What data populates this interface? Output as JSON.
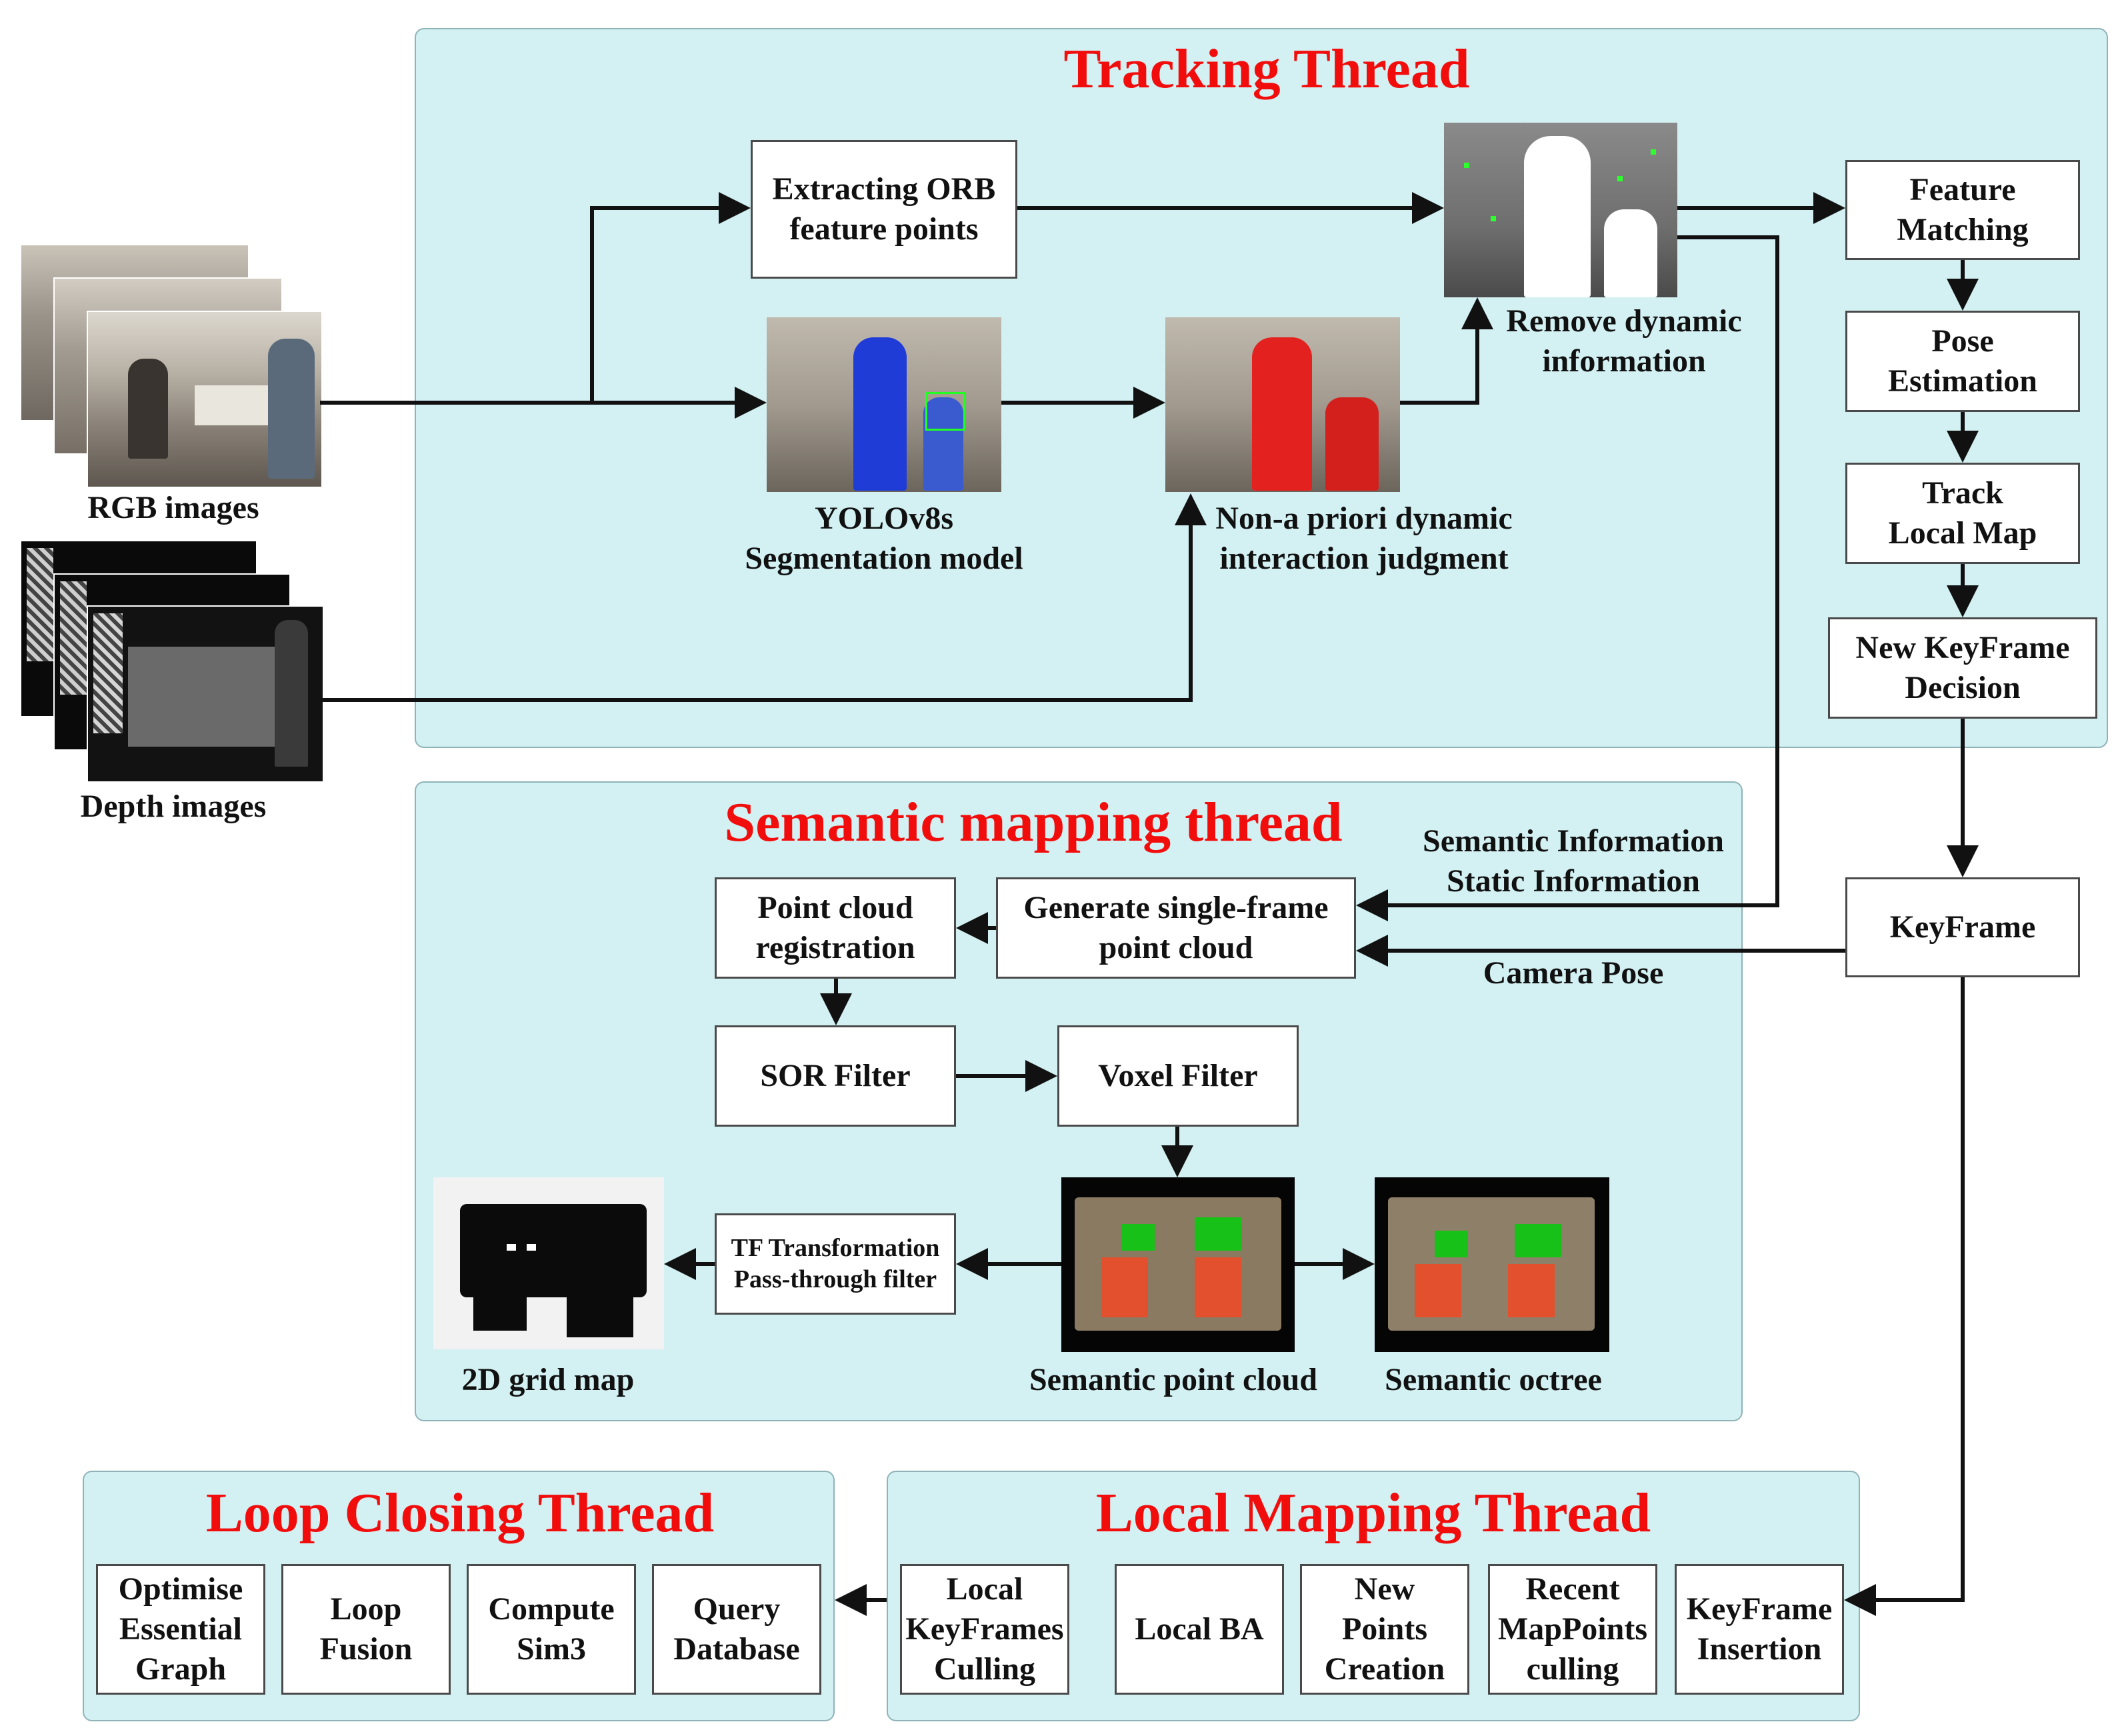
{
  "colors": {
    "panel_bg": "#d3f1f3",
    "title_red": "#f20d0d"
  },
  "tracking": {
    "title": "Tracking Thread",
    "orb": "Extracting ORB\nfeature points",
    "yolo_label": "YOLOv8s\nSegmentation model",
    "nonapriori_label": "Non-a priori dynamic\ninteraction judgment",
    "remove_label": "Remove dynamic\ninformation",
    "feature_matching": "Feature\nMatching",
    "pose_estimation": "Pose\nEstimation",
    "track_local_map": "Track\nLocal Map",
    "new_keyframe": "New KeyFrame\nDecision"
  },
  "inputs": {
    "rgb_label": "RGB images",
    "depth_label": "Depth images"
  },
  "semantic": {
    "title": "Semantic mapping thread",
    "point_cloud_registration": "Point cloud\nregistration",
    "generate_single_frame": "Generate single-frame\npoint cloud",
    "sor_filter": "SOR Filter",
    "voxel_filter": "Voxel  Filter",
    "tf_transform": "TF Transformation\nPass-through filter",
    "grid_map_label": "2D grid map",
    "semantic_point_cloud_label": "Semantic point cloud",
    "semantic_octree_label": "Semantic octree",
    "semantic_info_label": "Semantic Information\nStatic Information",
    "camera_pose_label": "Camera Pose"
  },
  "keyframe": "KeyFrame",
  "local_mapping": {
    "title": "Local Mapping Thread",
    "boxes": [
      "Local\nKeyFrames\nCulling",
      "Local BA",
      "New\nPoints\nCreation",
      "Recent\nMapPoints\nculling",
      "KeyFrame\nInsertion"
    ]
  },
  "loop_closing": {
    "title": "Loop Closing Thread",
    "boxes": [
      "Optimise\nEssential\nGraph",
      "Loop\nFusion",
      "Compute\nSim3",
      "Query\nDatabase"
    ]
  }
}
